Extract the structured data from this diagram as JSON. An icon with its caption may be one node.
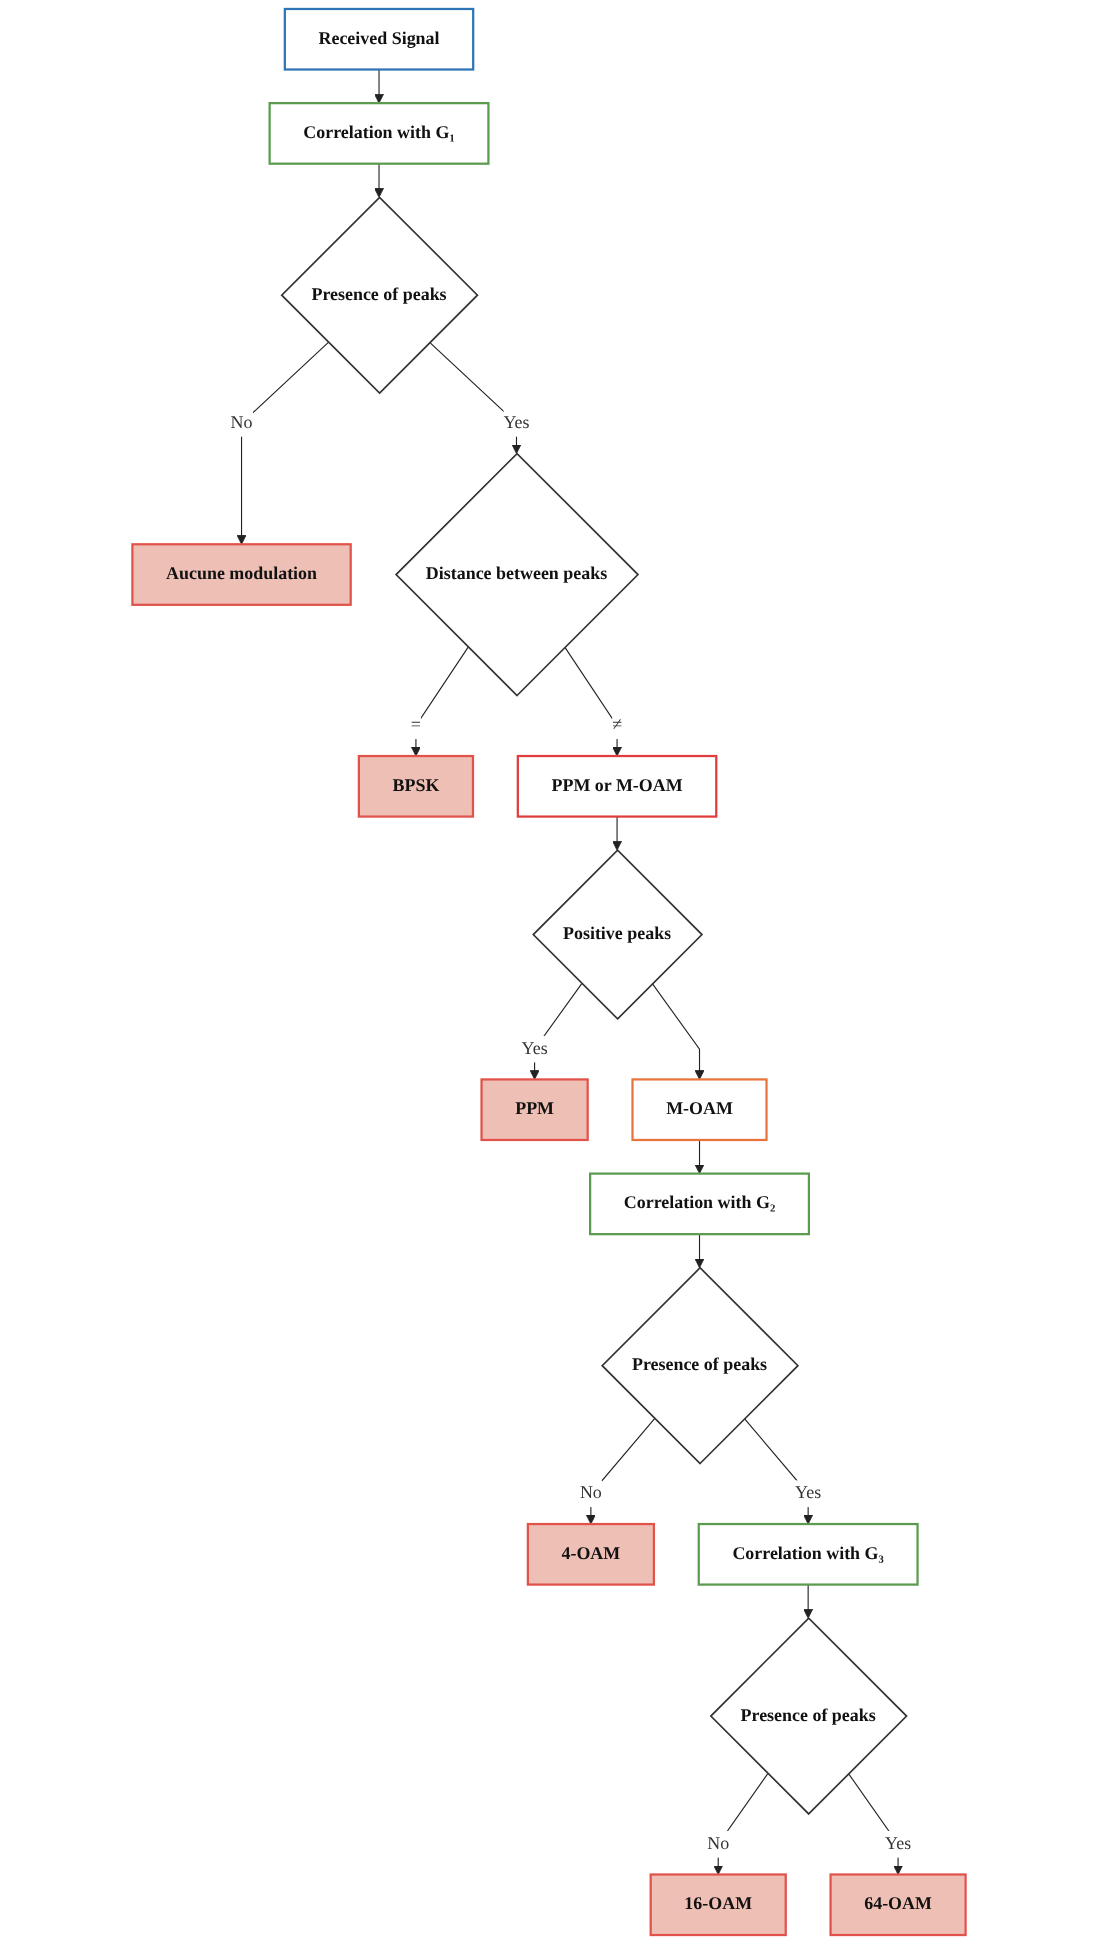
{
  "diagram": {
    "nodes": [
      {
        "text": [
          "Received Signal"
        ]
      },
      {
        "text": [
          "Correlation with G₁"
        ]
      },
      {
        "text": [
          "Presence of peaks"
        ]
      },
      {
        "text": [
          "Aucune modulation"
        ]
      },
      {
        "text": [
          "Distance between peaks"
        ]
      },
      {
        "text": [
          "BPSK"
        ]
      },
      {
        "text": [
          "PPM or M-OAM"
        ]
      },
      {
        "text": [
          "Positive peaks"
        ]
      },
      {
        "text": [
          "PPM"
        ]
      },
      {
        "text": [
          "M-OAM"
        ]
      },
      {
        "text": [
          "Correlation with G₂"
        ]
      },
      {
        "text": [
          "Presence of peaks"
        ]
      },
      {
        "text": [
          "4-OAM"
        ]
      },
      {
        "text": [
          "Correlation with G₃"
        ]
      },
      {
        "text": [
          "Presence of peaks"
        ]
      },
      {
        "text": [
          "16-OAM"
        ]
      },
      {
        "text": [
          "64-OAM"
        ]
      }
    ],
    "edges": [
      {
        "from": 0,
        "to": 1,
        "arrow": "to"
      },
      {
        "from": 1,
        "to": 2,
        "arrow": "to"
      },
      {
        "from": 2,
        "to": 3,
        "arrow": "to",
        "label": "No"
      },
      {
        "from": 2,
        "to": 4,
        "arrow": "to",
        "label": "Yes"
      },
      {
        "from": 4,
        "to": 5,
        "arrow": "to",
        "label": "="
      },
      {
        "from": 4,
        "to": 6,
        "arrow": "to",
        "label": "≠"
      },
      {
        "from": 6,
        "to": 7,
        "arrow": "to"
      },
      {
        "from": 7,
        "to": 8,
        "arrow": "to",
        "label": "Yes"
      },
      {
        "from": 7,
        "to": 9,
        "arrow": "to"
      },
      {
        "from": 9,
        "to": 10,
        "arrow": "to"
      },
      {
        "from": 10,
        "to": 11,
        "arrow": "to"
      },
      {
        "from": 11,
        "to": 12,
        "arrow": "to",
        "label": "No"
      },
      {
        "from": 11,
        "to": 13,
        "arrow": "to",
        "label": "Yes"
      },
      {
        "from": 13,
        "to": 14,
        "arrow": "to"
      },
      {
        "from": 14,
        "to": 15,
        "arrow": "to",
        "label": "No"
      },
      {
        "from": 14,
        "to": 16,
        "arrow": "to",
        "label": "Yes"
      }
    ]
  }
}
